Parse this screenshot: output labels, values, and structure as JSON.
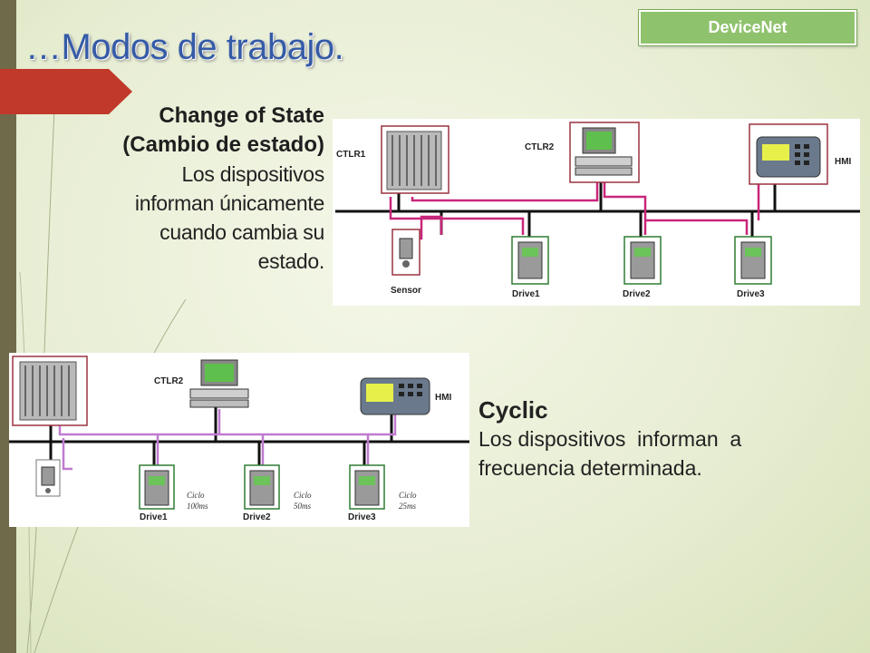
{
  "slide": {
    "title": "…Modos de trabajo.",
    "badge": "DeviceNet"
  },
  "change_of_state": {
    "heading_line1": "Change of State",
    "heading_line2": "(Cambio de estado)",
    "body_lines": [
      "Los dispositivos",
      "informan únicamente",
      "cuando cambia su",
      "estado."
    ]
  },
  "cyclic": {
    "heading": "Cyclic",
    "body_lines": [
      "Los dispositivos  informan  a",
      "frecuencia determinada."
    ]
  },
  "diagram_cos": {
    "labels": {
      "ctlr1": "CTLR1",
      "ctlr2": "CTLR2",
      "hmi": "HMI",
      "sensor": "Sensor",
      "drive1": "Drive1",
      "drive2": "Drive2",
      "drive3": "Drive3"
    }
  },
  "diagram_cyclic": {
    "labels": {
      "ctlr2": "CTLR2",
      "hmi": "HMI",
      "drive1": "Drive1",
      "drive2": "Drive2",
      "drive3": "Drive3"
    },
    "cycles": [
      {
        "label": "Ciclo",
        "value": "100ms"
      },
      {
        "label": "Ciclo",
        "value": "50ms"
      },
      {
        "label": "Ciclo",
        "value": "25ms"
      }
    ]
  },
  "colors": {
    "title": "#355ba7",
    "badge": "#8fc26d",
    "accent_red": "#c1392b",
    "bus": "#111111",
    "signal": "#c8267a",
    "signal_cyclic": "#c07ad0"
  },
  "icons": [
    "red-arrow-shape",
    "plc-rack-icon",
    "computer-icon",
    "hmi-panel-icon",
    "sensor-icon",
    "drive-icon"
  ]
}
